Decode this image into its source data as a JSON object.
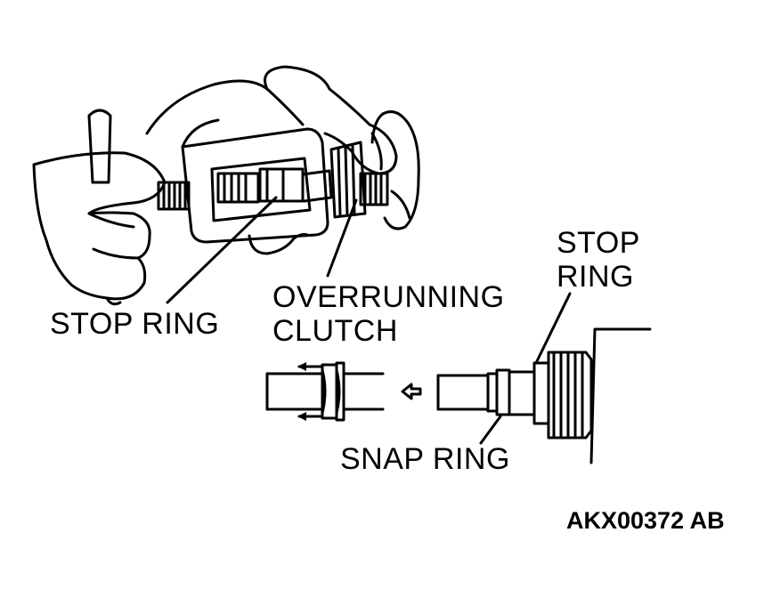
{
  "labels": {
    "stop_ring_upper": "STOP RING",
    "stop_ring_right_line1": "STOP",
    "stop_ring_right_line2": "RING",
    "overrunning_line1": "OVERRUNNING",
    "overrunning_line2": "CLUTCH",
    "snap_ring": "SNAP RING"
  },
  "figure_code": "AKX00372 AB",
  "colors": {
    "ink": "#000000",
    "paper": "#ffffff"
  }
}
